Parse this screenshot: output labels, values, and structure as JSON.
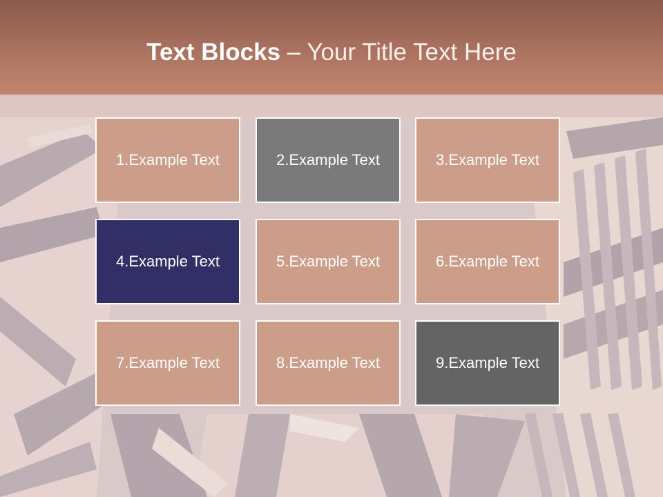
{
  "slide": {
    "title_bold": "Text Blocks",
    "title_dash": " – ",
    "title_rest": "Your Title Text Here"
  },
  "blocks": [
    {
      "label": "1.Example Text",
      "color": "#cc9d88"
    },
    {
      "label": "2.Example Text",
      "color": "#7a7a7a"
    },
    {
      "label": "3.Example Text",
      "color": "#cc9d88"
    },
    {
      "label": "4.Example Text",
      "color": "#322f66"
    },
    {
      "label": "5.Example Text",
      "color": "#cc9d88"
    },
    {
      "label": "6.Example Text",
      "color": "#cc9d88"
    },
    {
      "label": "7.Example Text",
      "color": "#cc9d88"
    },
    {
      "label": "8.Example Text",
      "color": "#cc9d88"
    },
    {
      "label": "9.Example Text",
      "color": "#646464"
    }
  ],
  "theme": {
    "header_color": "#a66e5c",
    "block_border": "#ffffff",
    "text_color": "#ffffff"
  }
}
